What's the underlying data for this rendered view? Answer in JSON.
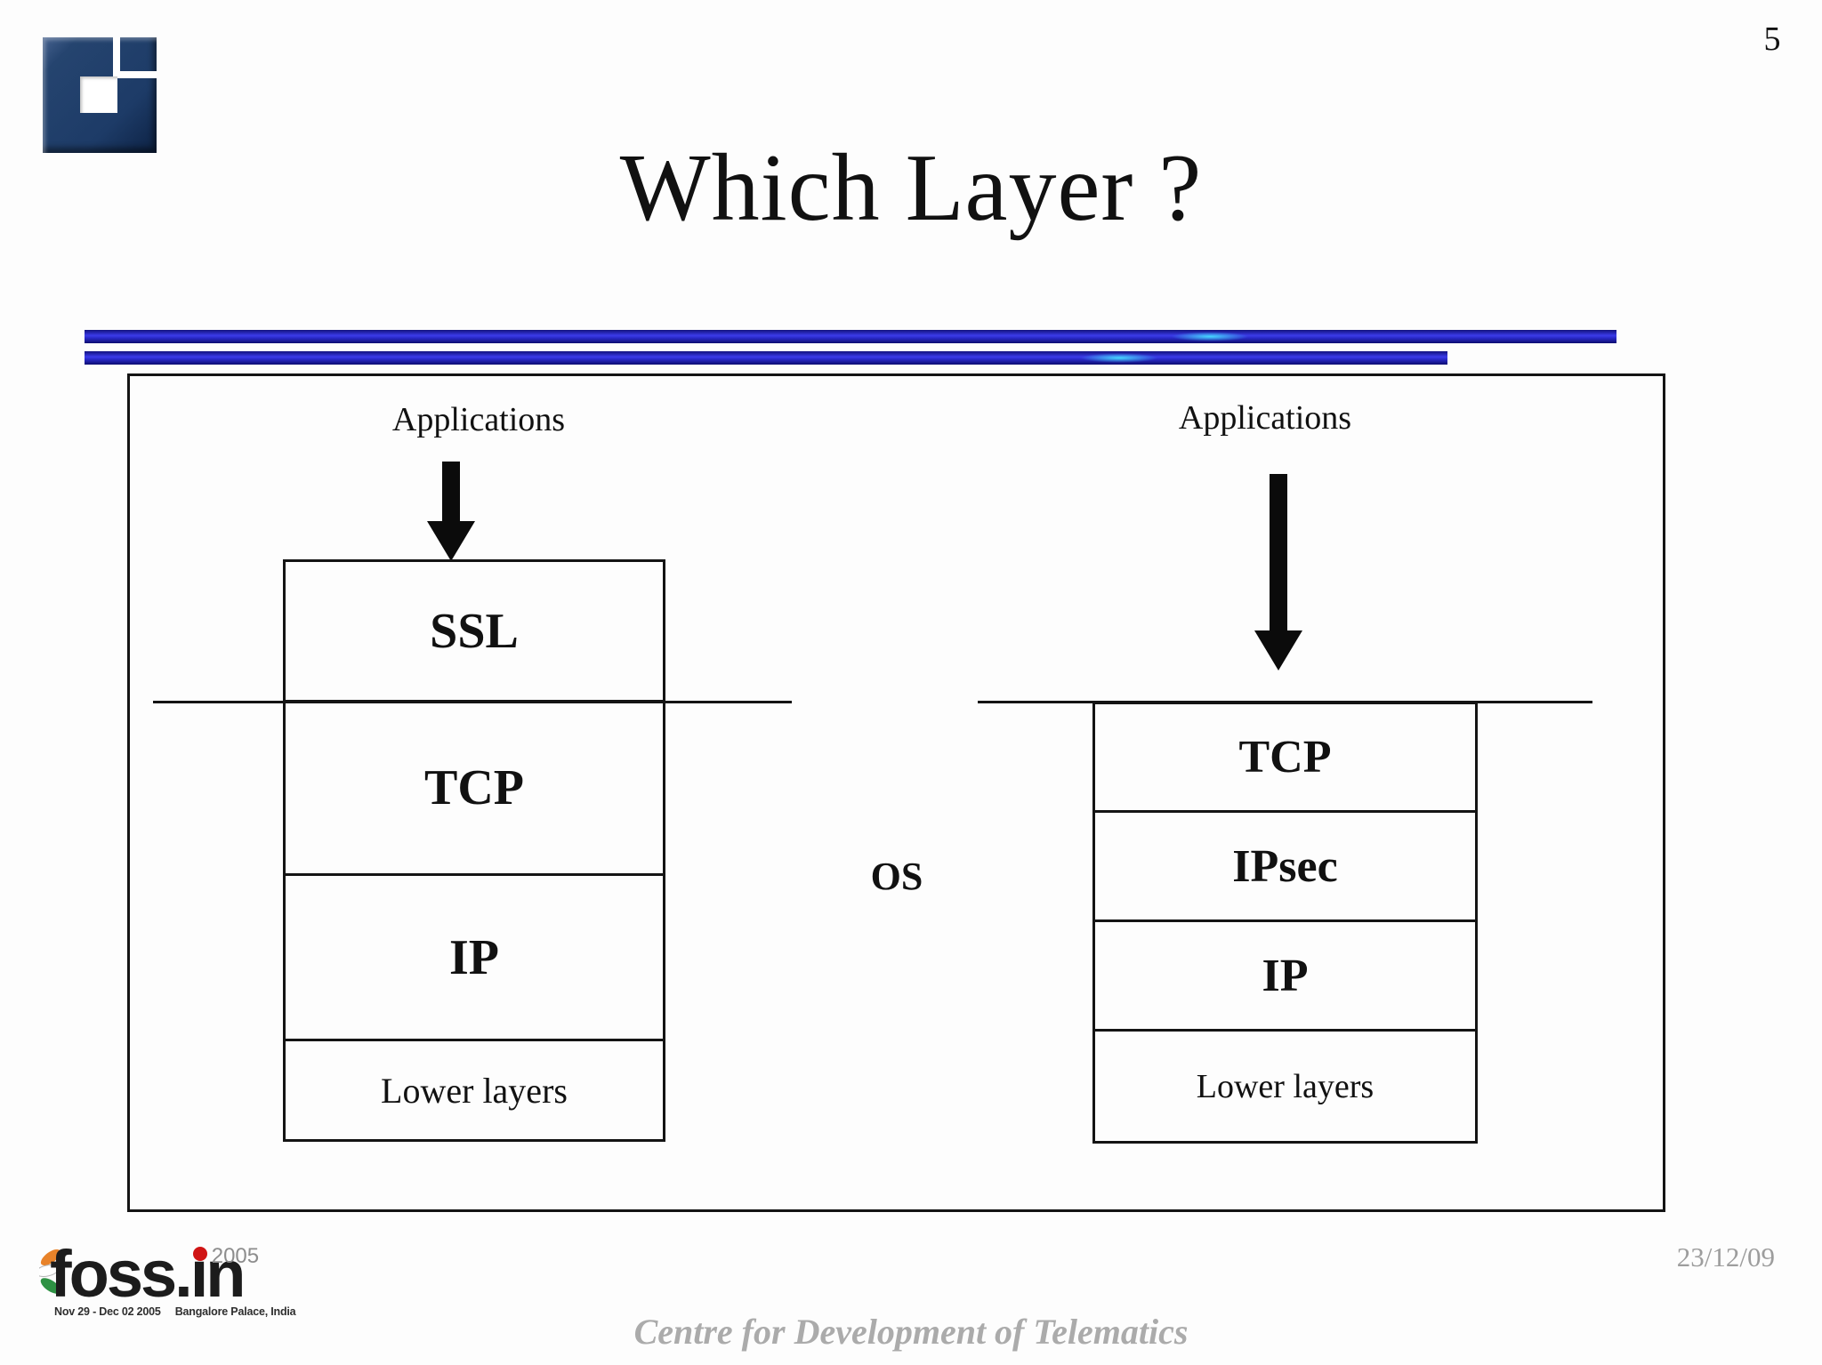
{
  "slide": {
    "page_number": "5",
    "title": "Which Layer ?",
    "date": "23/12/09",
    "footer_credit": "Centre for Development of Telematics"
  },
  "diagram": {
    "os_label": "OS",
    "left_stack": {
      "source_label": "Applications",
      "layers": [
        "SSL",
        "TCP",
        "IP",
        "Lower layers"
      ]
    },
    "right_stack": {
      "source_label": "Applications",
      "layers": [
        "TCP",
        "IPsec",
        "IP",
        "Lower layers"
      ]
    }
  },
  "foss_logo": {
    "wordmark": "foss.in",
    "wordmark_left": "foss.",
    "wordmark_right": "ın",
    "year": "2005",
    "event_dates": "Nov 29 - Dec 02 2005",
    "event_venue": "Bangalore Palace, India"
  },
  "colors": {
    "rule_blue": "#2b2bd6",
    "rule_glint_cyan": "#46e1ff",
    "logo_navy": "#1d3b67",
    "foss_red": "#d01414",
    "muted_gray": "#ababab",
    "line_black": "#141414"
  }
}
